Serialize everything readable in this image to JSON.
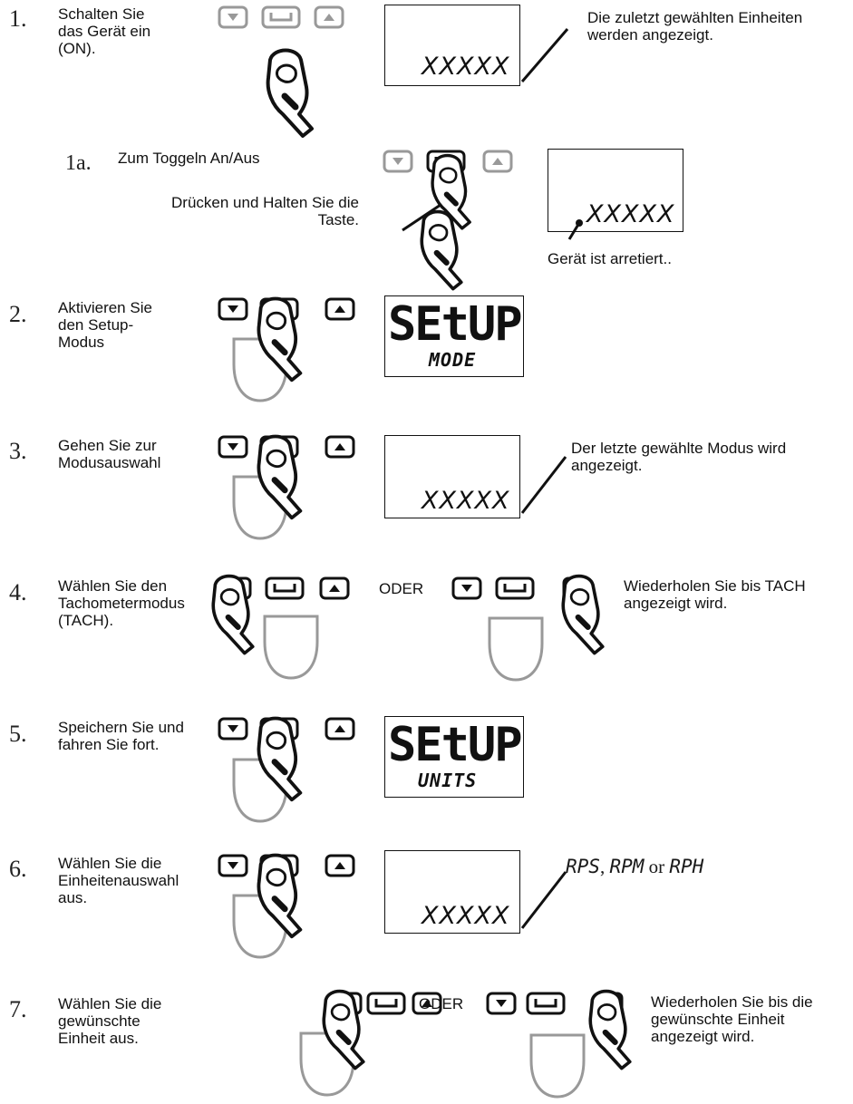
{
  "steps": [
    {
      "number": "1.",
      "text": "Schalten Sie\ndas Gerät ein\n(ON).",
      "note": "Die zuletzt gewählten Einheiten\nwerden angezeigt."
    },
    {
      "number": "1a.",
      "text": "Zum Toggeln An/Aus",
      "text2": "Drücken und Halten Sie die\nTaste.",
      "note": "Gerät ist arretiert.."
    },
    {
      "number": "2.",
      "text": "Aktivieren Sie\nden Setup-\nModus"
    },
    {
      "number": "3.",
      "text": "Gehen Sie zur\nModusauswahl",
      "note": "Der letzte gewählte Modus wird\nangezeigt."
    },
    {
      "number": "4.",
      "text": "Wählen Sie den\nTachometermodus\n(TACH).",
      "or": "ODER",
      "note": "Wiederholen Sie bis TACH\nangezeigt wird."
    },
    {
      "number": "5.",
      "text": "Speichern Sie und\nfahren Sie fort."
    },
    {
      "number": "6.",
      "text": "Wählen Sie die\nEinheitenauswahl\naus.",
      "note_units": [
        "RPS",
        ", ",
        "RPM",
        " or ",
        "RPH"
      ]
    },
    {
      "number": "7.",
      "text": "Wählen Sie die\ngewünschte\nEinheit aus.",
      "or": "ODER",
      "note": "Wiederholen Sie bis die\ngewünschte Einheit\nangezeigt wird."
    }
  ],
  "displays": {
    "placeholder": "XXXXX",
    "setup_mode": {
      "main": "SEtUP",
      "sub": "MODE"
    },
    "setup_units": {
      "main": "SEtUP",
      "sub": "UNITS"
    }
  },
  "icons": {
    "down": "down-arrow-button",
    "enter": "enter-button",
    "up": "up-arrow-button",
    "finger": "pressing-finger"
  }
}
